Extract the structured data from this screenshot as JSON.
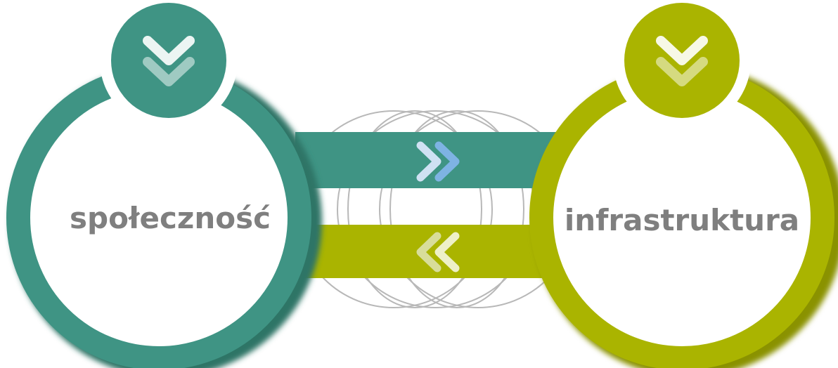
{
  "diagram": {
    "left_node": {
      "label": "społeczność",
      "color": "#3f9484",
      "shadow_color": "#2e7466"
    },
    "right_node": {
      "label": "infrastruktura",
      "color": "#aab400",
      "shadow_color": "#8a9200"
    },
    "label_color": "#7f7f7f",
    "top_icons": [
      {
        "icon": "double-chevron-down-icon",
        "color": "#ffffff"
      },
      {
        "icon": "double-chevron-down-icon",
        "color": "#ffffff"
      }
    ],
    "connectors": [
      {
        "direction": "left-to-right",
        "color": "#3f9484",
        "icon": "double-chevron-right-icon",
        "icon_colors": [
          "#cfe1f3",
          "#7eb3e3"
        ]
      },
      {
        "direction": "right-to-left",
        "color": "#aab400",
        "icon": "double-chevron-left-icon",
        "icon_colors": [
          "#d8dd9a",
          "#eef0c8"
        ]
      }
    ],
    "orbit_line_color": "#b8b8b8"
  }
}
